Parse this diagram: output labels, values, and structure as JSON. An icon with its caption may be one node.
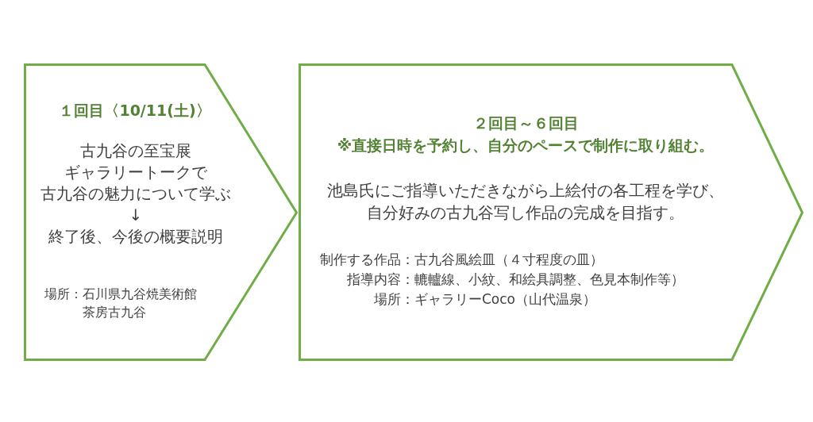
{
  "diagram": {
    "nodes": [
      {
        "text": [
          "１回目〈10/11(土)〉",
          "古九谷の至宝展ギャラリートークで古九谷の魅力について学ぶ",
          "↓",
          "終了後、今後の概要説明",
          "場所：石川県九谷焼美術館茶房古九谷"
        ]
      },
      {
        "text": [
          "２回目～６回目",
          "※直接日時を予約し、自分のペースで制作に取り組む。",
          "池島氏にご指導いただきながら上絵付の各工程を学び、自分好みの古九谷写し作品の完成を目指す。",
          "制作する作品：古九谷風絵皿（４寸程度の皿）",
          "指導内容：轆轤線、小紋、和絵具調整、色見本制作等）",
          "場所：ギャラリーCoco（山代温泉）"
        ]
      }
    ]
  }
}
